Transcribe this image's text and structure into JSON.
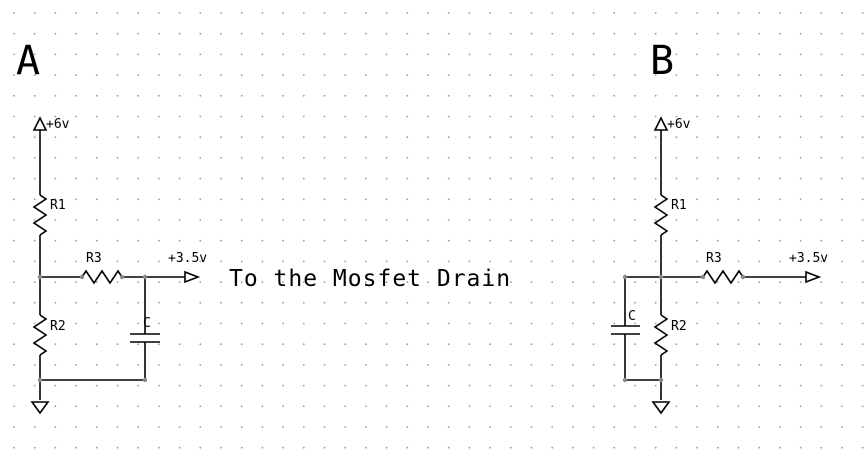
{
  "circuit_a": {
    "label": "A",
    "supply": "+6v",
    "r1": "R1",
    "r2": "R2",
    "r3": "R3",
    "cap": "C",
    "output": "+3.5v"
  },
  "circuit_b": {
    "label": "B",
    "supply": "+6v",
    "r1": "R1",
    "r2": "R2",
    "r3": "R3",
    "cap": "C",
    "output": "+3.5v"
  },
  "note": "To the Mosfet Drain"
}
